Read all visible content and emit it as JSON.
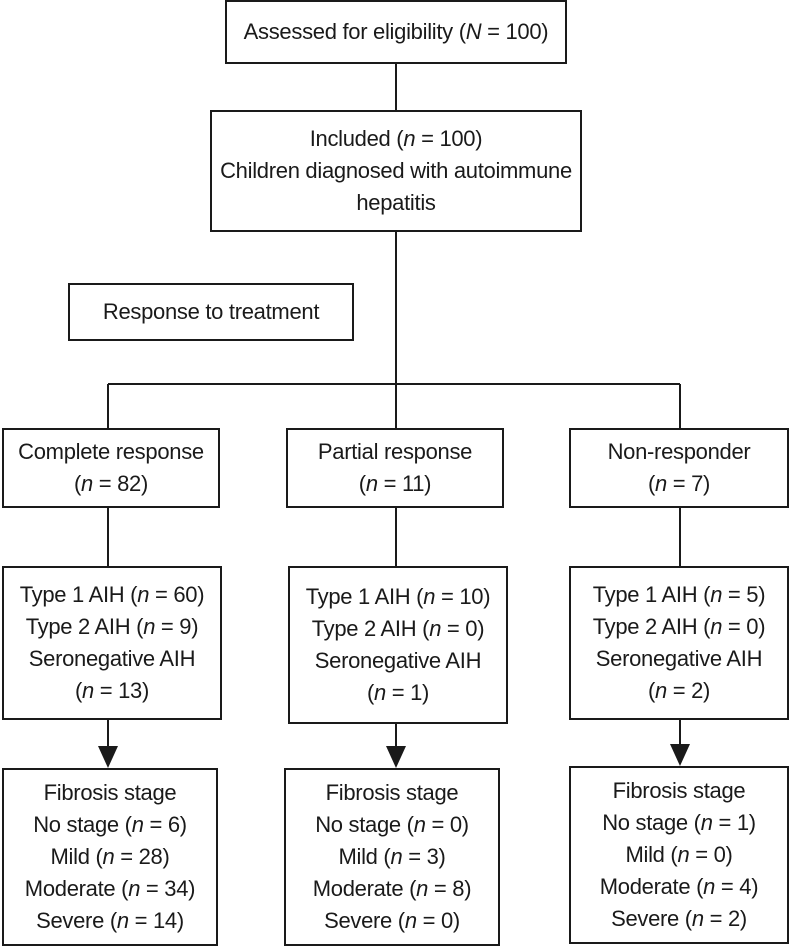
{
  "assessed": {
    "pre": "Assessed for eligibility (",
    "var": "N",
    "post": " = 100)"
  },
  "included": {
    "line1": {
      "pre": "Included (",
      "var": "n",
      "post": " = 100)"
    },
    "line2": "Children diagnosed with autoimmune",
    "line3": "hepatitis"
  },
  "response_label": "Response to treatment",
  "groups": [
    {
      "title": "Complete response",
      "count": {
        "pre": "(",
        "var": "n",
        "post": " = 82)"
      },
      "types": [
        {
          "pre": "Type 1 AIH (",
          "var": "n",
          "post": " = 60)"
        },
        {
          "pre": "Type 2 AIH (",
          "var": "n",
          "post": " = 9)"
        },
        {
          "pre": "Seronegative AIH",
          "var": "",
          "post": ""
        },
        {
          "pre": "(",
          "var": "n",
          "post": " = 13)"
        }
      ],
      "fibrosis_title": "Fibrosis stage",
      "fibrosis": [
        {
          "pre": "No stage (",
          "var": "n",
          "post": " = 6)"
        },
        {
          "pre": "Mild (",
          "var": "n",
          "post": " = 28)"
        },
        {
          "pre": "Moderate (",
          "var": "n",
          "post": " = 34)"
        },
        {
          "pre": "Severe (",
          "var": "n",
          "post": " = 14)"
        }
      ]
    },
    {
      "title": "Partial response",
      "count": {
        "pre": "(",
        "var": "n",
        "post": " = 11)"
      },
      "types": [
        {
          "pre": "Type 1 AIH (",
          "var": "n",
          "post": " = 10)"
        },
        {
          "pre": "Type 2 AIH (",
          "var": "n",
          "post": " = 0)"
        },
        {
          "pre": "Seronegative AIH",
          "var": "",
          "post": ""
        },
        {
          "pre": "(",
          "var": "n",
          "post": " = 1)"
        }
      ],
      "fibrosis_title": "Fibrosis stage",
      "fibrosis": [
        {
          "pre": "No stage (",
          "var": "n",
          "post": " = 0)"
        },
        {
          "pre": "Mild (",
          "var": "n",
          "post": " = 3)"
        },
        {
          "pre": "Moderate (",
          "var": "n",
          "post": " = 8)"
        },
        {
          "pre": "Severe (",
          "var": "n",
          "post": " = 0)"
        }
      ]
    },
    {
      "title": "Non-responder",
      "count": {
        "pre": "(",
        "var": "n",
        "post": " = 7)"
      },
      "types": [
        {
          "pre": "Type 1 AIH (",
          "var": "n",
          "post": " = 5)"
        },
        {
          "pre": "Type 2 AIH (",
          "var": "n",
          "post": " = 0)"
        },
        {
          "pre": "Seronegative AIH",
          "var": "",
          "post": ""
        },
        {
          "pre": "(",
          "var": "n",
          "post": " = 2)"
        }
      ],
      "fibrosis_title": "Fibrosis stage",
      "fibrosis": [
        {
          "pre": "No stage (",
          "var": "n",
          "post": " = 1)"
        },
        {
          "pre": "Mild (",
          "var": "n",
          "post": " = 0)"
        },
        {
          "pre": "Moderate (",
          "var": "n",
          "post": " = 4)"
        },
        {
          "pre": "Severe (",
          "var": "n",
          "post": " = 2)"
        }
      ]
    }
  ]
}
